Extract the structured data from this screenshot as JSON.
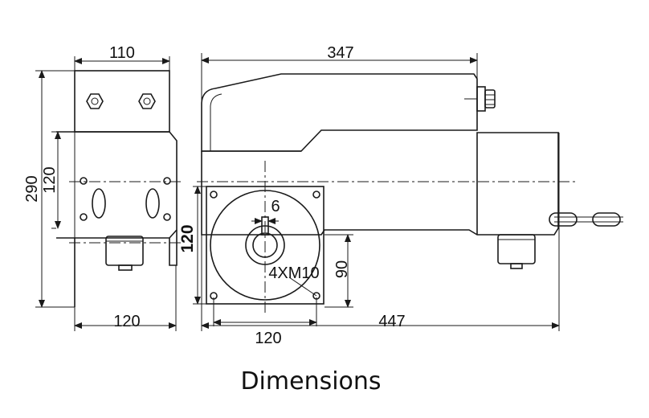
{
  "dimensions": {
    "side_width_top": "110",
    "side_height_total": "290",
    "side_height_mid": "120",
    "side_width_bottom": "120",
    "front_length_top": "347",
    "shaft_width": "6",
    "flange_height": "120",
    "bolt_spec": "4XM10",
    "shaft_height": "90",
    "flange_width": "120",
    "overall_length": "447"
  },
  "caption": "Dimensions"
}
